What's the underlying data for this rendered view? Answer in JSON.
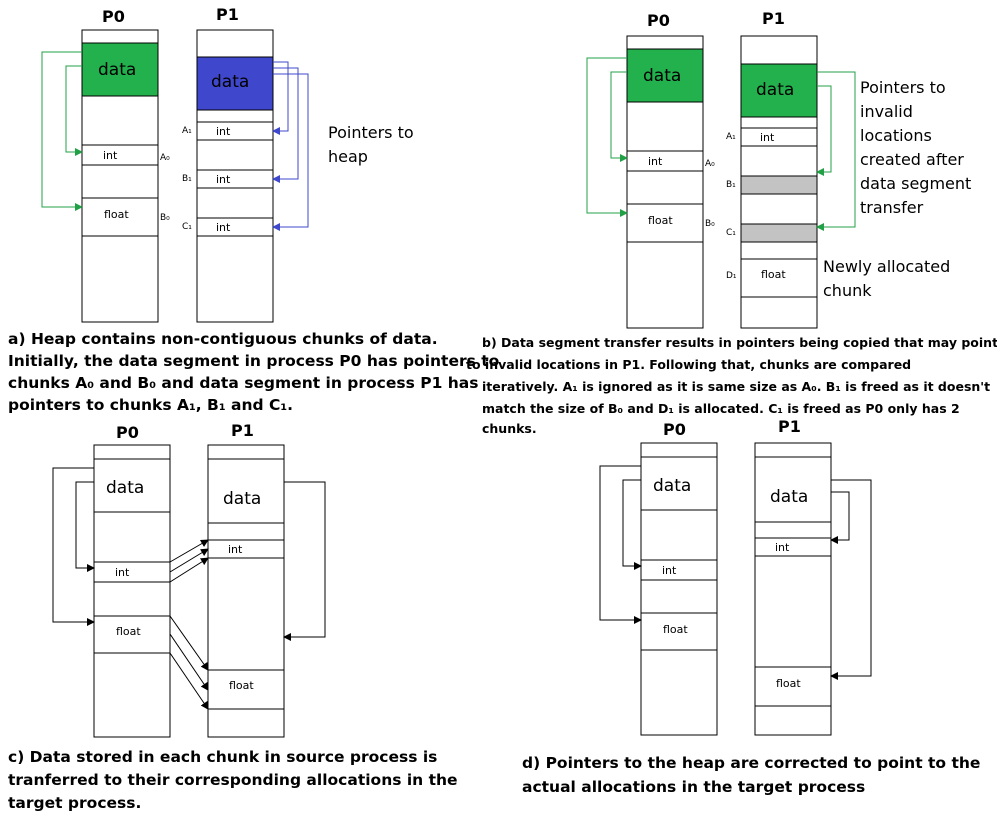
{
  "labels": {
    "p0": "P0",
    "p1": "P1",
    "data": "data",
    "int": "int",
    "float": "float",
    "a0": "A₀",
    "b0": "B₀",
    "a1": "A₁",
    "b1": "B₁",
    "c1": "C₁",
    "d1": "D₁"
  },
  "notes": {
    "a_pointers": [
      "Pointers to",
      "heap"
    ],
    "b_invalid": [
      "Pointers to",
      "invalid",
      "locations",
      "created after",
      "data segment",
      "transfer"
    ],
    "b_new": [
      "Newly allocated",
      "chunk"
    ]
  },
  "captions": {
    "a": [
      "a) Heap contains non-contiguous chunks of data.",
      "Initially, the data segment in process P0 has pointers to",
      "chunks A₀ and B₀ and data segment in process P1 has",
      "pointers to chunks A₁, B₁ and C₁."
    ],
    "b": [
      "b) Data segment transfer results in pointers being copied that may point",
      "to invalid locations in P1. Following that, chunks are compared",
      "iteratively. A₁ is ignored as it is same size as A₀. B₁ is freed as it doesn't",
      "match the size of B₀ and D₁ is allocated. C₁ is freed as P0 only has 2",
      "chunks."
    ],
    "c": [
      "c) Data stored in each chunk in source process is",
      "tranferred to their corresponding allocations in the",
      "target process."
    ],
    "d": [
      "d) Pointers to the heap are corrected to point to the",
      "actual allocations in the target process"
    ]
  },
  "colors": {
    "green": "#22b14c",
    "blue": "#3f48cc",
    "gray": "#c3c3c3",
    "green_arrow": "#22a045",
    "blue_arrow": "#3f48cc"
  }
}
